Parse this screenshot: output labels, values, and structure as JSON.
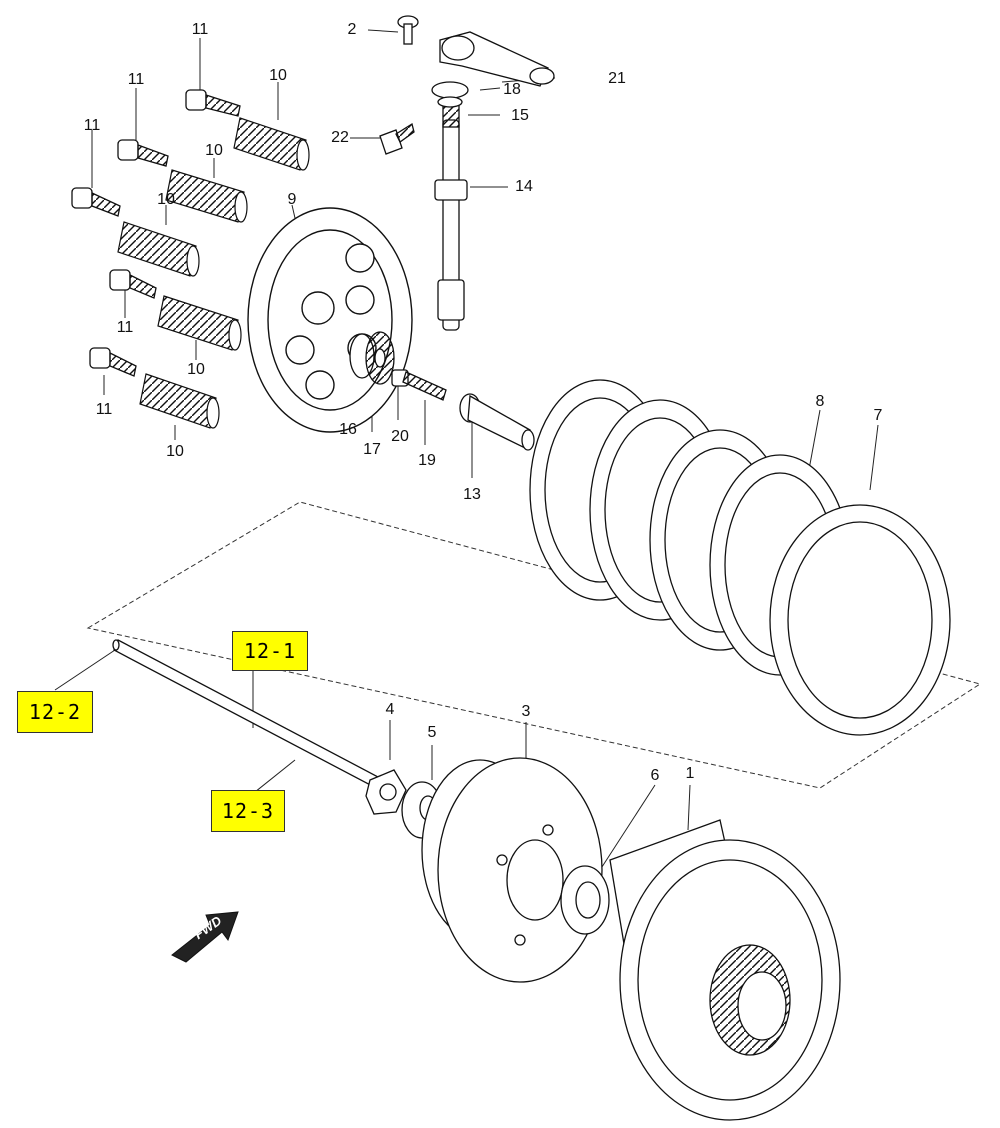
{
  "part_numbers": {
    "n1": "1",
    "n2": "2",
    "n3": "3",
    "n4": "4",
    "n5": "5",
    "n6": "6",
    "n7": "7",
    "n8": "8",
    "n9": "9",
    "n10a": "10",
    "n10b": "10",
    "n10c": "10",
    "n10d": "10",
    "n10e": "10",
    "n11a": "11",
    "n11b": "11",
    "n11c": "11",
    "n11d": "11",
    "n11e": "11",
    "n13": "13",
    "n14": "14",
    "n15": "15",
    "n16": "16",
    "n17": "17",
    "n18": "18",
    "n19": "19",
    "n20": "20",
    "n21": "21",
    "n22": "22"
  },
  "callouts": {
    "c12_1": "12-1",
    "c12_2": "12-2",
    "c12_3": "12-3"
  },
  "fwd_label": "FWD",
  "colors": {
    "ink": "#111111",
    "highlight": "#ffff00"
  }
}
